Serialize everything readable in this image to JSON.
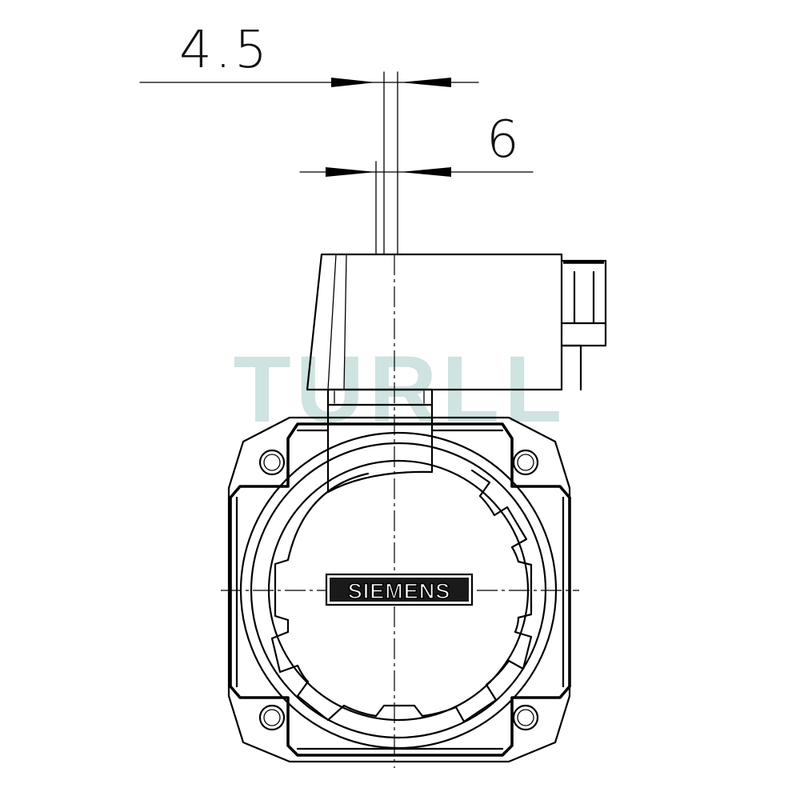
{
  "dimensions": {
    "dim_top": "4.5",
    "dim_bottom": "6"
  },
  "watermark": {
    "text": "TURLL",
    "color": "#cfe3e1"
  },
  "badge": {
    "text": "SIEMENS"
  },
  "colors": {
    "line": "#000000",
    "background": "#ffffff"
  }
}
